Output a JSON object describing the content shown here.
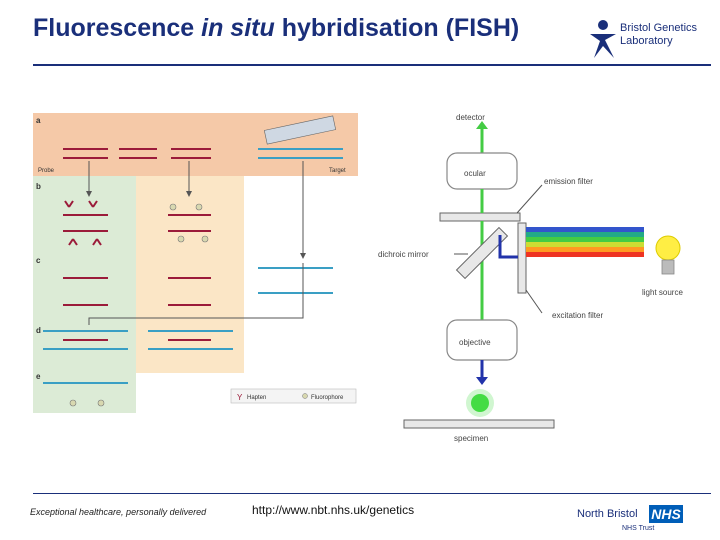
{
  "title": {
    "part1": "Fluorescence ",
    "part2": "in situ",
    "part3": " hybridisation (FISH)"
  },
  "logo": {
    "line1": "Bristol Genetics",
    "line2": "Laboratory"
  },
  "panel": {
    "step_labels": [
      "a",
      "b",
      "c",
      "d",
      "e"
    ],
    "probe_label": "Probe",
    "target_label": "Target",
    "legend_hapten": "Hapten",
    "legend_fluorophore": "Fluorophore"
  },
  "microscope": {
    "detector": "detector",
    "ocular": "ocular",
    "emission_filter": "emission filter",
    "dichroic_mirror": "dichroic mirror",
    "light_source": "light source",
    "excitation_filter": "excitation filter",
    "objective": "objective",
    "specimen": "specimen"
  },
  "footer": {
    "tagline": "Exceptional healthcare, personally delivered",
    "url": "http://www.nbt.nhs.uk/genetics",
    "org": "North Bristol",
    "org_sub": "NHS Trust",
    "nhs": "NHS"
  },
  "colors": {
    "brand": "#1a2f7a",
    "probe": "#9b1b3a",
    "target": "#3a9fc4",
    "green": "#44cc44",
    "blue": "#2233aa"
  }
}
